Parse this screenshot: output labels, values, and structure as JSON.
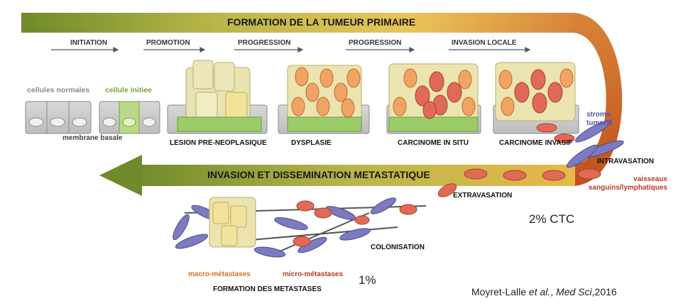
{
  "top_band": {
    "title": "FORMATION DE LA TUMEUR PRIMAIRE"
  },
  "bottom_band": {
    "title": "INVASION ET DISSEMINATION METASTATIQUE"
  },
  "steps": [
    "INITIATION",
    "PROMOTION",
    "PROGRESSION",
    "PROGRESSION",
    "INVASION LOCALE"
  ],
  "labels": {
    "normal_cells": "cellules normales",
    "initiated_cell": "cellule initiee",
    "basal_membrane": "membrane basale",
    "preneoplastic": "LESION PRE-NEOPLASIQUE",
    "dysplasia": "DYSPLASIE",
    "in_situ": "CARCINOME IN SITU",
    "invasive": "CARCINOME INVASIF",
    "stroma": "stroma\ntumoral",
    "intravasation": "INTRAVASATION",
    "vessels": "vaisseaux\nsanguins/lymphatiques",
    "extravasation": "EXTRAVASATION",
    "colonisation": "COLONISATION",
    "macro": "macro-métastases",
    "micro": "micro-métastases",
    "formation_metastases": "FORMATION DES METASTASES"
  },
  "stats": {
    "ctc": "2% CTC",
    "one_percent": "1%"
  },
  "citation": {
    "authors": "Moyret-Lalle ",
    "etal": "et al.",
    "sep": ", ",
    "journal": "Med Sci",
    "year": ",2016"
  },
  "colors": {
    "band_green": "#6f8a2a",
    "band_yellow": "#e8c04a",
    "band_orange": "#c8581e",
    "cell_red": "#e06a55",
    "stroma_purple": "#7d7ac0"
  }
}
